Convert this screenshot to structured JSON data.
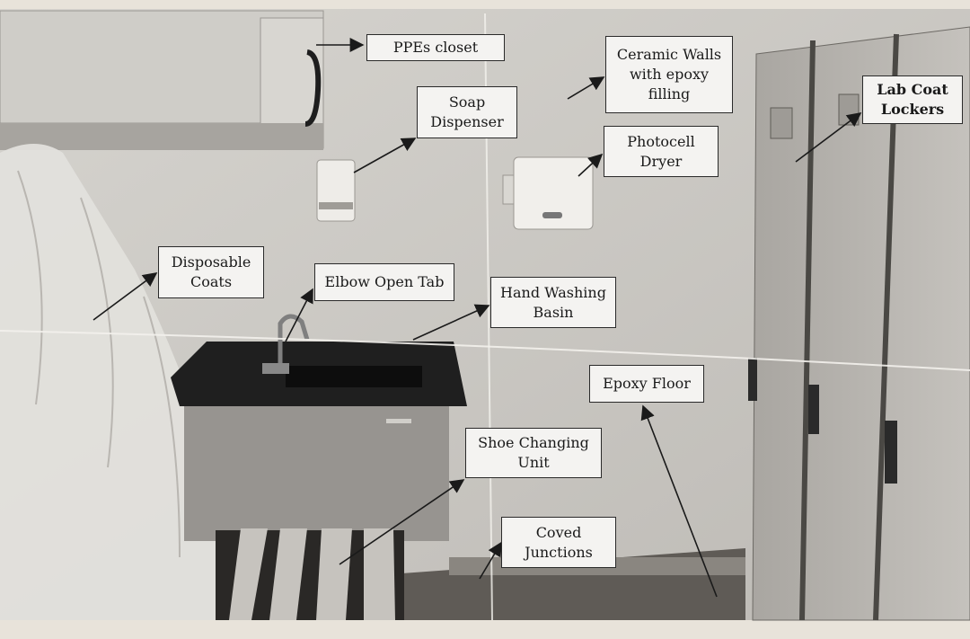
{
  "photo": {
    "description_icons": [
      "ppe-closet-icon",
      "soap-dispenser-icon",
      "photocell-dryer-icon",
      "locker-icon",
      "basin-icon",
      "shoe-rack-icon"
    ]
  },
  "labels": {
    "ppes_closet": "PPEs closet",
    "soap_dispenser": [
      "Soap",
      "Dispenser"
    ],
    "ceramic_walls": [
      "Ceramic Walls",
      "with epoxy",
      "filling"
    ],
    "photocell_dryer": [
      "Photocell",
      "Dryer"
    ],
    "lab_coat_lockers": [
      "Lab Coat",
      "Lockers"
    ],
    "disposable_coats": [
      "Disposable",
      "Coats"
    ],
    "elbow_open_tab": "Elbow Open Tab",
    "hand_washing_basin": [
      "Hand Washing",
      "Basin"
    ],
    "epoxy_floor": "Epoxy Floor",
    "shoe_changing_unit": [
      "Shoe Changing",
      "Unit"
    ],
    "coved_junctions": [
      "Coved",
      "Junctions"
    ]
  },
  "colors": {
    "wall": "#c9c7c2",
    "floor": "#6f6b66",
    "label_bg": "#f4f3f1",
    "paper_edge": "#e7e1d6"
  }
}
